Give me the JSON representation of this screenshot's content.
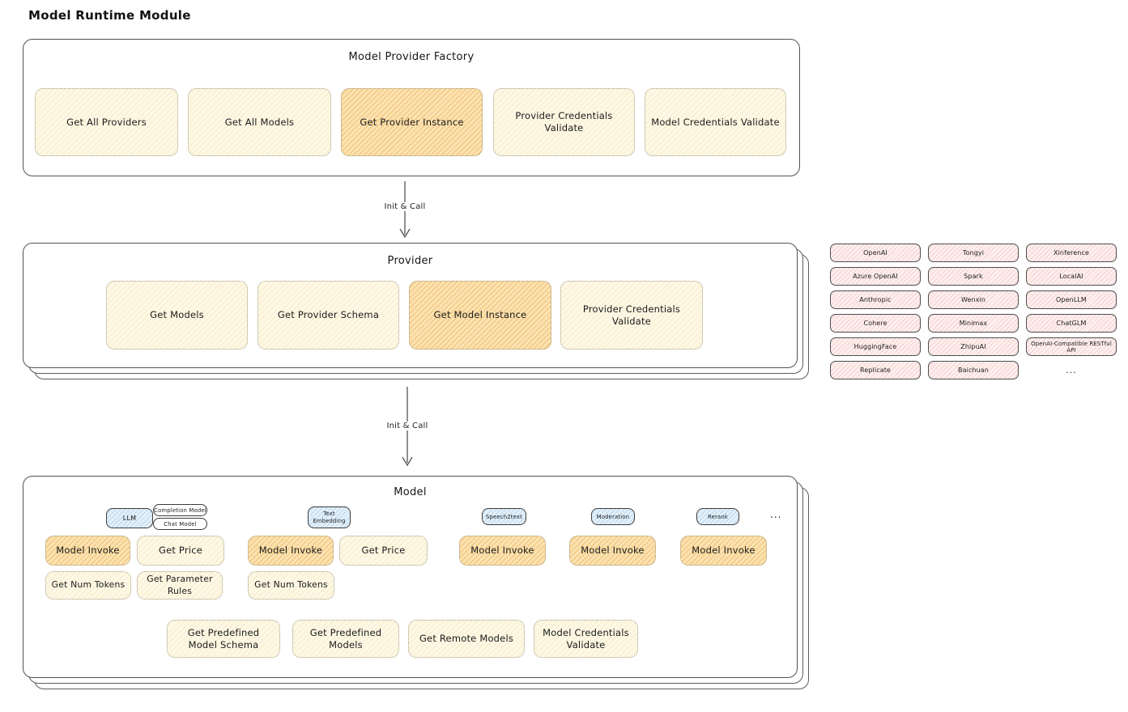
{
  "page_title": "Model Runtime Module",
  "flow": {
    "init_call_1": "Init & Call",
    "init_call_2": "Init & Call"
  },
  "colors": {
    "light_node_fill": "#fdf8e6",
    "accent_node_fill": "#fae3b4",
    "provider_cell_fill": "#fdf0ef",
    "type_badge_fill": "#e3f0fa"
  },
  "factory": {
    "title": "Model Provider Factory",
    "buttons": [
      {
        "label": "Get All Providers"
      },
      {
        "label": "Get All Models"
      },
      {
        "label": "Get Provider Instance"
      },
      {
        "label": "Provider Credentials Validate"
      },
      {
        "label": "Model Credentials Validate"
      }
    ]
  },
  "provider": {
    "title": "Provider",
    "buttons": [
      {
        "label": "Get Models"
      },
      {
        "label": "Get Provider Schema"
      },
      {
        "label": "Get Model Instance"
      },
      {
        "label": "Provider Credentials Validate"
      }
    ]
  },
  "providers_grid": {
    "rows": [
      [
        "OpenAI",
        "Tongyi",
        "Xinference"
      ],
      [
        "Azure OpenAI",
        "Spark",
        "LocalAI"
      ],
      [
        "Anthropic",
        "Wenxin",
        "OpenLLM"
      ],
      [
        "Cohere",
        "Minimax",
        "ChatGLM"
      ],
      [
        "HuggingFace",
        "ZhipuAI",
        "OpenAI-Compatible RESTful API"
      ],
      [
        "Replicate",
        "Baichuan",
        "..."
      ]
    ]
  },
  "model": {
    "title": "Model",
    "type_badges": {
      "llm": "LLM",
      "completion": "Completion Model",
      "chat": "Chat Model",
      "text_embedding": "Text Embedding",
      "speech2text": "Speech2text",
      "moderation": "Moderation",
      "rerank": "Rerank",
      "more": "..."
    },
    "llm_buttons": [
      {
        "label": "Model Invoke"
      },
      {
        "label": "Get Price"
      },
      {
        "label": "Get Num Tokens"
      },
      {
        "label": "Get Parameter Rules"
      }
    ],
    "embedding_buttons": [
      {
        "label": "Model Invoke"
      },
      {
        "label": "Get Price"
      },
      {
        "label": "Get Num Tokens"
      }
    ],
    "speech2text_buttons": [
      {
        "label": "Model Invoke"
      }
    ],
    "moderation_buttons": [
      {
        "label": "Model Invoke"
      }
    ],
    "rerank_buttons": [
      {
        "label": "Model Invoke"
      }
    ],
    "shared_buttons": [
      {
        "label": "Get Predefined Model Schema"
      },
      {
        "label": "Get Predefined Models"
      },
      {
        "label": "Get Remote Models"
      },
      {
        "label": "Model Credentials Validate"
      }
    ]
  }
}
